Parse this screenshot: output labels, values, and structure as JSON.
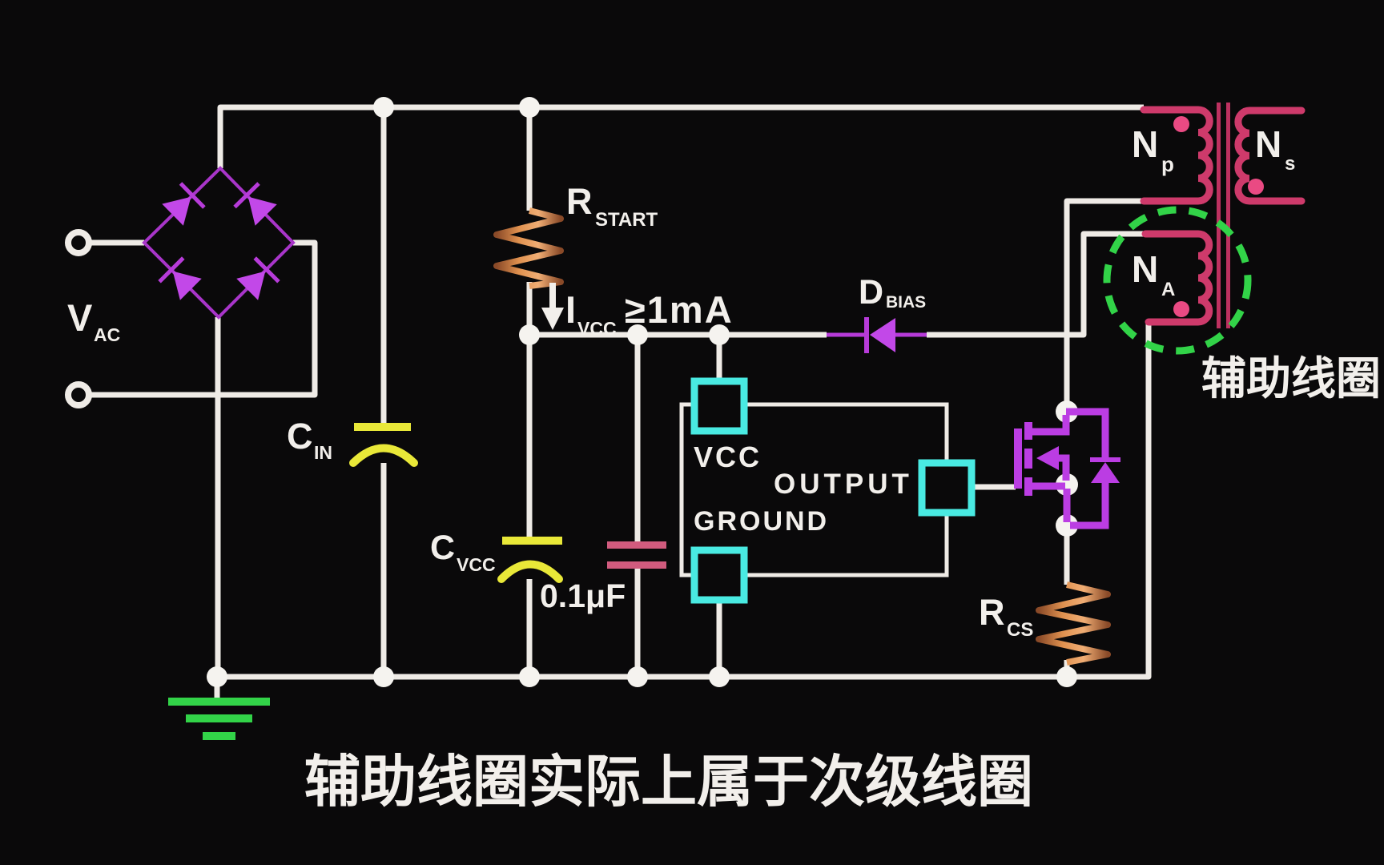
{
  "colors": {
    "background": "#0a090a",
    "wire": "#efebe6",
    "purple": "#bb3de3",
    "purple_line": "#a835c9",
    "pink_winding": "#ce3a6b",
    "pink_core": "#bd3160",
    "pink_dot": "#ea4a83",
    "yellow": "#e9e838",
    "pink_cap": "#d15b7e",
    "cyan": "#49eae2",
    "green": "#32d348",
    "green_text": "#4be05b",
    "orange": "#e0914f",
    "text": "#f2efeb"
  },
  "components": {
    "vac": {
      "main": "V",
      "sub": "AC"
    },
    "cin": {
      "main": "C",
      "sub": "IN"
    },
    "rstart": {
      "main": "R",
      "sub": "START"
    },
    "cvcc": {
      "main": "C",
      "sub": "VCC",
      "value": "0.1μF"
    },
    "ivcc": {
      "main": "I",
      "sub": "VCC",
      "condition": "≥1mA"
    },
    "dbias": {
      "main": "D",
      "sub": "BIAS"
    },
    "rcs": {
      "main": "R",
      "sub": "CS"
    },
    "np": {
      "main": "N",
      "sub": "p"
    },
    "ns": {
      "main": "N",
      "sub": "s"
    },
    "na": {
      "main": "N",
      "sub": "A"
    }
  },
  "ic": {
    "pin_vcc": "VCC",
    "pin_output": "OUTPUT",
    "pin_ground": "GROUND"
  },
  "annotations": {
    "aux_winding_label": "辅助线圈",
    "caption": "辅助线圈实际上属于次级线圈"
  }
}
